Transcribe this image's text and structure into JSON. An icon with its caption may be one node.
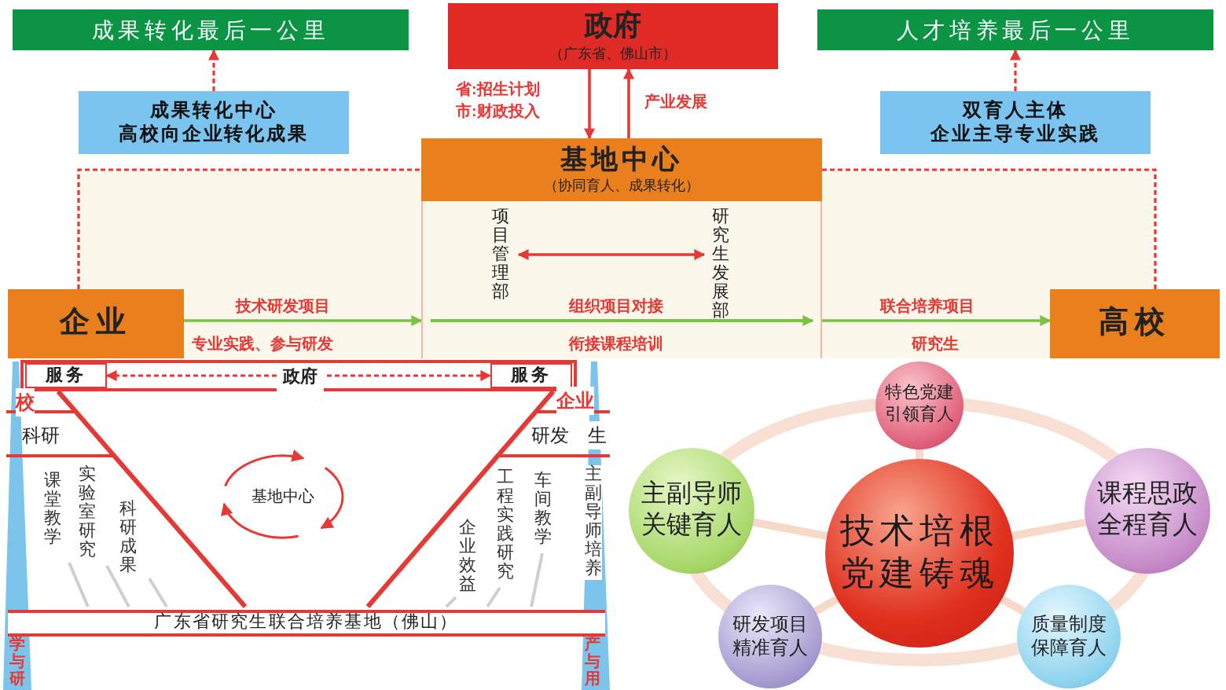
{
  "diagram": {
    "nodes": [
      {
        "text": [
          "成果转化最后一公里"
        ]
      },
      {
        "text": [
          "政府",
          "（广东省、佛山市）"
        ]
      },
      {
        "text": [
          "人才培养最后一公里"
        ]
      },
      {
        "text": [
          "成果转化中心",
          "高校向企业转化成果"
        ]
      },
      {
        "text": [
          "双育人主体",
          "企业主导专业实践"
        ]
      },
      {
        "text": [
          "基地中心",
          "（协同育人、成果转化）"
        ]
      },
      {
        "text": [],
        "shape": "box"
      },
      {
        "text": [
          "项目管理部"
        ],
        "in": 6
      },
      {
        "text": [
          "研究生发展部"
        ],
        "in": 6
      },
      {
        "text": [
          "企业"
        ]
      },
      {
        "text": [
          "高校"
        ]
      },
      {
        "text": [
          "服务"
        ]
      },
      {
        "text": [
          "服务"
        ]
      },
      {
        "text": [
          "基地中心"
        ]
      },
      {
        "text": [
          "广东省研究生联合培养基地（佛山）"
        ]
      },
      {
        "text": [
          "技术培根",
          "党建铸魂"
        ]
      },
      {
        "text": [
          "特色党建",
          "引领育人"
        ]
      },
      {
        "text": [
          "主副导师",
          "关键育人"
        ]
      },
      {
        "text": [
          "课程思政",
          "全程育人"
        ]
      },
      {
        "text": [
          "研发项目",
          "精准育人"
        ]
      },
      {
        "text": [
          "质量制度",
          "保障育人"
        ]
      }
    ],
    "edges": [
      {
        "from": 3,
        "to": 0,
        "arrow": "to",
        "style": "dashed"
      },
      {
        "from": 4,
        "to": 2,
        "arrow": "to",
        "style": "dashed"
      },
      {
        "from": 1,
        "to": 5,
        "arrow": "to",
        "label": "省:招生计划"
      },
      {
        "from": 5,
        "to": 1,
        "arrow": "to",
        "label": "产业发展"
      },
      {
        "from": 7,
        "to": 8,
        "arrow": "both"
      },
      {
        "from": 9,
        "to": 5,
        "arrow": "none",
        "style": "dashed"
      },
      {
        "from": 5,
        "to": 10,
        "arrow": "none",
        "style": "dashed"
      },
      {
        "from": 9,
        "to": 6,
        "arrow": "to",
        "label": "技术研发项目",
        "color": "#7cc242"
      },
      {
        "from": 6,
        "to": 10,
        "arrow": "to",
        "label": "联合培养项目",
        "color": "#7cc242"
      },
      {
        "from": 11,
        "to": 12,
        "arrow": "both",
        "style": "dashed",
        "label": "政府"
      },
      {
        "from": 15,
        "to": 16,
        "arrow": "none",
        "style": "thick",
        "color": "#f6d9c8"
      },
      {
        "from": 15,
        "to": 17,
        "arrow": "none",
        "style": "thick",
        "color": "#f6d9c8"
      },
      {
        "from": 15,
        "to": 18,
        "arrow": "none",
        "style": "thick",
        "color": "#f6d9c8"
      },
      {
        "from": 15,
        "to": 19,
        "arrow": "none",
        "style": "thick",
        "color": "#f6d9c8"
      },
      {
        "from": 15,
        "to": 20,
        "arrow": "none",
        "style": "thick",
        "color": "#f6d9c8"
      }
    ],
    "labels": [
      "市:财政投入",
      "组织项目对接",
      "专业实践、参与研发",
      "衔接课程培训",
      "研究生",
      "校",
      "科研",
      "企业",
      "研发",
      "生",
      "课堂教学",
      "实验室研究",
      "科研成果",
      "企业效益",
      "工程实践研究",
      "车间教学",
      "主副导师培养",
      "学与研",
      "产与用"
    ]
  }
}
